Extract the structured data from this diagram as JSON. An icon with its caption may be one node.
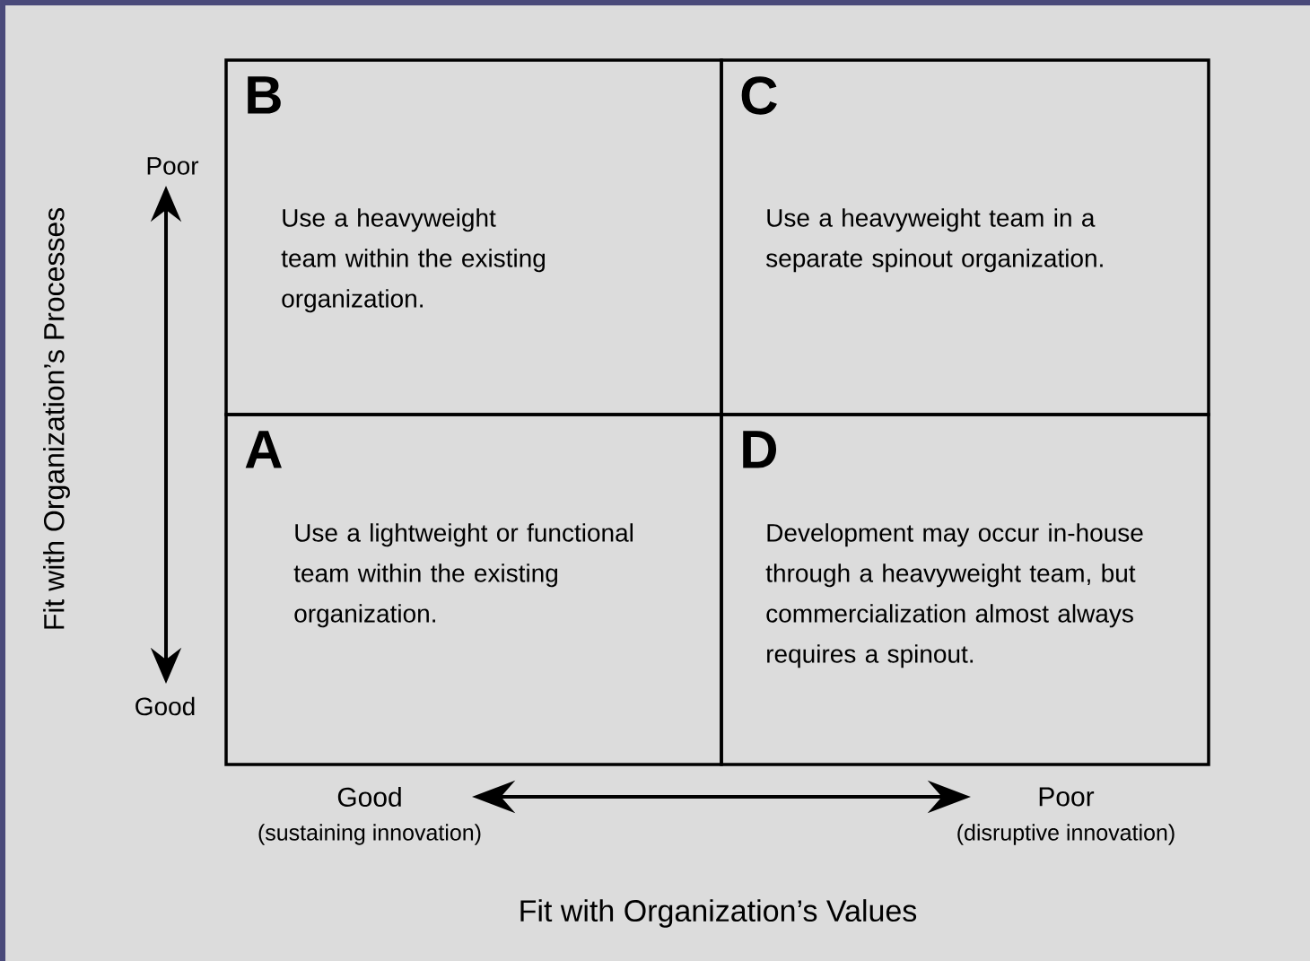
{
  "diagram": {
    "nodes": [
      {
        "text": [
          "B",
          "Use a heavyweight team within the existing organization."
        ]
      },
      {
        "text": [
          "C",
          "Use a heavyweight team in a separate spinout organization."
        ]
      },
      {
        "text": [
          "A",
          "Use a lightweight or functional team within the existing organization."
        ]
      },
      {
        "text": [
          "D",
          "Development may occur in-house through a heavyweight team, but commercialization almost always requires a spinout."
        ]
      }
    ],
    "labels": [
      "Poor",
      "Good",
      "Fit with Organization’s Processes",
      "Good",
      "(sustaining innovation)",
      "Poor",
      "(disruptive innovation)",
      "Fit with Organization’s Values"
    ]
  }
}
